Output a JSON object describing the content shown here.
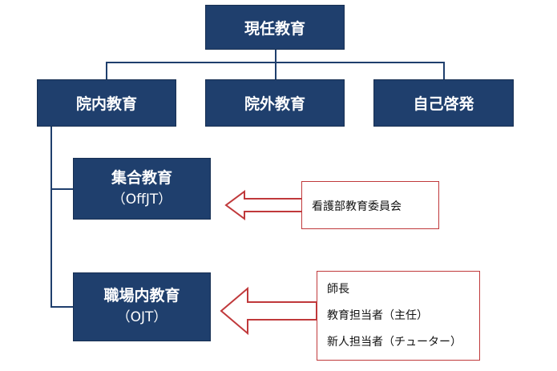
{
  "colors": {
    "box_fill": "#1f3f6d",
    "connector": "#1f3f6d",
    "arrow_stroke": "#c0393b"
  },
  "top": {
    "label": "現任教育"
  },
  "level2": [
    {
      "label": "院内教育"
    },
    {
      "label": "院外教育"
    },
    {
      "label": "自己啓発"
    }
  ],
  "offjt": {
    "label": "集合教育",
    "sub": "（OffJT）"
  },
  "ojt": {
    "label": "職場内教育",
    "sub": "（OJT）"
  },
  "offjt_note": {
    "text": "看護部教育委員会"
  },
  "ojt_note": {
    "items": [
      "師長",
      "教育担当者（主任）",
      "新人担当者（チューター）"
    ]
  }
}
